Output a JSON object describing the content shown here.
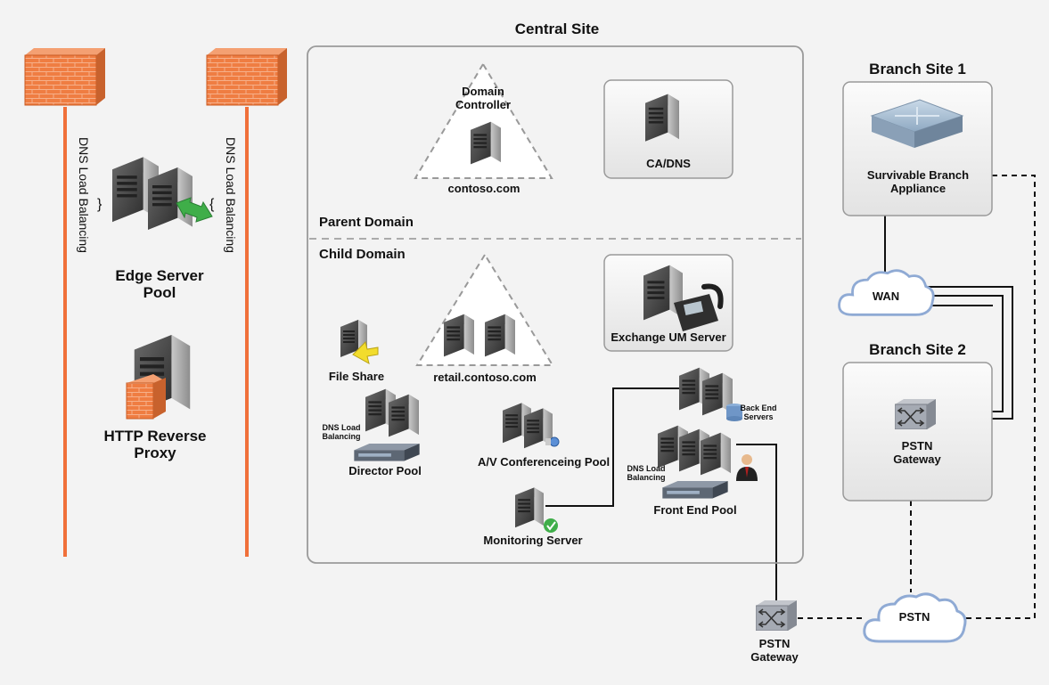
{
  "colors": {
    "background": "#f3f3f3",
    "firewall": "#ee7a3e",
    "perimeter_line": "#f0703a",
    "site_border": "#9a9a9a",
    "server": "#4b4b4b",
    "link": "#111111",
    "accent_green": "#3fae49"
  },
  "icons": [
    "firewall-icon",
    "server-icon",
    "double-arrow-icon",
    "switch-icon",
    "pstn-gateway-icon",
    "cloud-icon",
    "storage-icon",
    "ip-phone-icon",
    "user-icon",
    "check-icon",
    "folder-arrow-icon",
    "webcam-icon",
    "load-balancer-icon"
  ],
  "perimeter": {
    "dns_lb_left": "DNS Load Balancing",
    "dns_lb_right": "DNS Load Balancing",
    "edge_pool": "Edge Server Pool",
    "http_proxy": "HTTP Reverse Proxy"
  },
  "central_site": {
    "title": "Central Site",
    "parent_domain": {
      "label": "Parent Domain",
      "domain_controller": "Domain Controller",
      "domain_name": "contoso.com",
      "ca_dns": "CA/DNS"
    },
    "child_domain": {
      "label": "Child Domain",
      "exchange_um": "Exchange UM Server",
      "file_share": "File Share",
      "child_domain_name": "retail.contoso.com",
      "director_dns_lb": "DNS Load Balancing",
      "director_pool": "Director Pool",
      "av_pool": "A/V Conferenceing Pool",
      "monitoring_server": "Monitoring Server",
      "back_end": "Back End Servers",
      "front_end_dns_lb": "DNS Load Balancing",
      "front_end_pool": "Front End Pool"
    }
  },
  "branch1": {
    "title": "Branch Site 1",
    "appliance": "Survivable Branch Appliance"
  },
  "branch2": {
    "title": "Branch Site 2",
    "gateway": "PSTN Gateway"
  },
  "clouds": {
    "wan": "WAN",
    "pstn": "PSTN"
  },
  "central_gateway": "PSTN Gateway"
}
